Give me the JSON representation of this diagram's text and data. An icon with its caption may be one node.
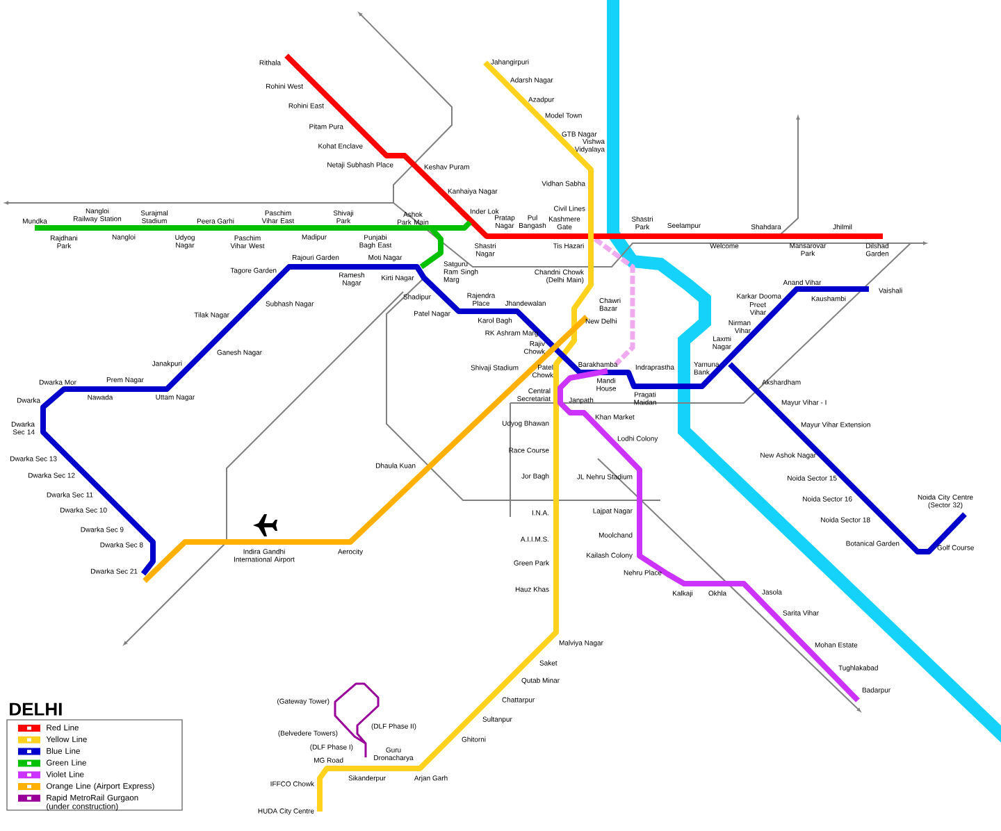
{
  "diagram": {
    "title": "DELHI",
    "labels": [
      "Rithala",
      "Rohini West",
      "Rohini East",
      "Pitam Pura",
      "Kohat Enclave",
      "Netaji Subhash Place",
      "Keshav Puram",
      "Kanhaiya Nagar",
      "Inder Lok",
      "Shastri Nagar",
      "Pratap Nagar",
      "Pul Bangash",
      "Kashmere Gate",
      "Tis Hazari",
      "Shastri Park",
      "Seelampur",
      "Welcome",
      "Shahdara",
      "Mansarovar Park",
      "Jhilmil",
      "Dilshad Garden",
      "Jahangirpuri",
      "Adarsh Nagar",
      "Azadpur",
      "Model Town",
      "GTB Nagar",
      "Vishwa Vidyalaya",
      "Vidhan Sabha",
      "Civil Lines",
      "Chandni Chowk (Delhi Main)",
      "Chawri Bazar",
      "New Delhi",
      "Rajiv Chowk",
      "Patel Chowk",
      "Central Secretariat",
      "Udyog Bhawan",
      "Race Course",
      "Jor Bagh",
      "I.N.A.",
      "A.I.I.M.S.",
      "Green Park",
      "Hauz Khas",
      "Malviya Nagar",
      "Saket",
      "Qutab Minar",
      "Chattarpur",
      "Sultanpur",
      "Ghitorni",
      "Arjan Garh",
      "Guru Dronacharya",
      "Sikanderpur",
      "MG Road",
      "IFFCO Chowk",
      "HUDA City Centre",
      "Dwarka Sec 21",
      "Dwarka Sec 8",
      "Dwarka Sec 9",
      "Dwarka Sec 10",
      "Dwarka Sec 11",
      "Dwarka Sec 12",
      "Dwarka Sec 13",
      "Dwarka Sec 14",
      "Dwarka",
      "Dwarka Mor",
      "Nawada",
      "Prem Nagar",
      "Uttam Nagar",
      "Janakpuri",
      "Ganesh Nagar",
      "Tilak Nagar",
      "Subhash Nagar",
      "Tagore Garden",
      "Rajouri Garden",
      "Ramesh Nagar",
      "Moti Nagar",
      "Kirti Nagar",
      "Shadipur",
      "Patel Nagar",
      "Rajendra Place",
      "Jhandewalan",
      "Karol Bagh",
      "RK Ashram Marg",
      "Barakhamba",
      "Mandi House",
      "Pragati Maidan",
      "Indraprastha",
      "Yamuna Bank",
      "Laxmi Nagar",
      "Nirman Vihar",
      "Preet Vihar",
      "Karkar Dooma",
      "Anand Vihar",
      "Vaishali",
      "Kaushambi",
      "Akshardham",
      "Mayur Vihar - I",
      "Mayur Vihar Extension",
      "New Ashok Nagar",
      "Noida Sector 15",
      "Noida Sector 16",
      "Noida Sector 18",
      "Botanical Garden",
      "Golf Course",
      "Noida City Centre (Sector 32)",
      "Mundka",
      "Rajdhani Park",
      "Nangloi Railway Station",
      "Nangloi",
      "Surajmal Stadium",
      "Udyog Nagar",
      "Peera Garhi",
      "Paschim Vihar West",
      "Paschim Vihar East",
      "Madipur",
      "Shivaji Park",
      "Punjabi Bagh East",
      "Ashok Park Main",
      "Satguru Ram Singh Marg",
      "Janpath",
      "Khan Market",
      "Lodhi Colony",
      "JL Nehru Stadium",
      "Lajpat Nagar",
      "Moolchand",
      "Kailash Colony",
      "Nehru Place",
      "Kalkaji",
      "Okhla",
      "Jasola",
      "Sarita Vihar",
      "Mohan Estate",
      "Tughlakabad",
      "Badarpur",
      "Shivaji Stadium",
      "Dhaula Kuan",
      "Aerocity",
      "Indira Gandhi International Airport",
      "(Gateway Tower)",
      "(DLF Phase II)",
      "(Belvedere Towers)",
      "(DLF Phase I)"
    ],
    "legend": [
      {
        "text": "Red Line",
        "color": "#ff0000"
      },
      {
        "text": "Yellow Line",
        "color": "#ffd21e"
      },
      {
        "text": "Blue Line",
        "color": "#0000cc"
      },
      {
        "text": "Green Line",
        "color": "#00c000"
      },
      {
        "text": "Violet Line",
        "color": "#cc33ff"
      },
      {
        "text": "Orange Line (Airport Express)",
        "color": "#ffb000"
      },
      {
        "text": "Rapid MetroRail Gurgaon (under construction)",
        "color": "#990099"
      }
    ]
  }
}
